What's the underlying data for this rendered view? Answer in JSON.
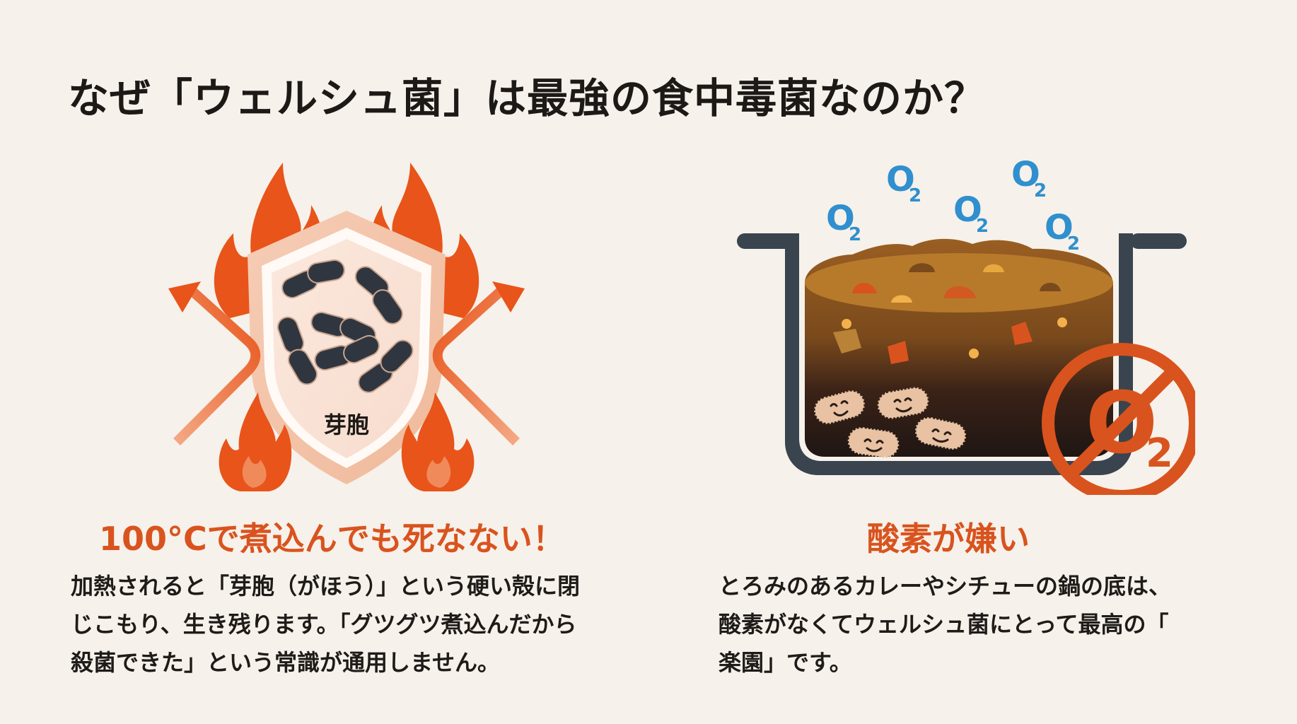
{
  "title": "なぜ「ウェルシュ菌」は最強の食中毒菌なのか？",
  "colors": {
    "background": "#f6f1ea",
    "accent_orange": "#d9531e",
    "flame_orange": "#e8541a",
    "oxygen_blue": "#2f8fcf",
    "pot_dark": "#39444f",
    "bacteria_dark": "#2f3640",
    "bacteria_light": "#e8c2a2"
  },
  "left_panel": {
    "illustration": {
      "icon": "heat-resistant-spore-shield",
      "shield_label": "芽胞"
    },
    "heading": "100°Cで煮込んでも死なない！",
    "body_lines": [
      "加熱されると「芽胞（がほう）」という硬い殻に閉",
      "じこもり、生き残ります。「グツグツ煮込んだから",
      "殺菌できた」という常識が通用しません。"
    ]
  },
  "right_panel": {
    "illustration": {
      "icon": "stew-pot-anaerobic",
      "oxygen_labels": [
        "O2",
        "O2",
        "O2",
        "O2",
        "O2"
      ],
      "no_oxygen_symbol": "O2"
    },
    "heading": "酸素が嫌い",
    "body_lines": [
      "とろみのあるカレーやシチューの鍋の底は、",
      "酸素がなくてウェルシュ菌にとって最高の「",
      "楽園」です。"
    ]
  }
}
